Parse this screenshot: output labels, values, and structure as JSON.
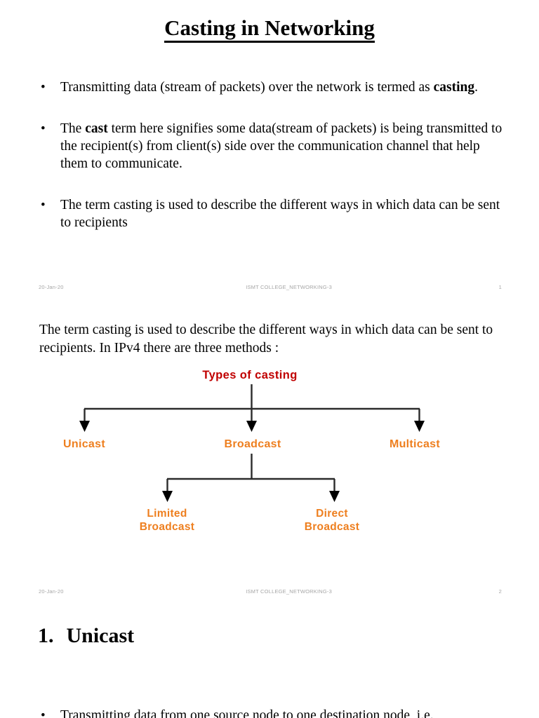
{
  "document": {
    "title": "Casting in Networking"
  },
  "slide1": {
    "title": "Casting in Networking",
    "bullet_marker": "•",
    "bullets": [
      {
        "id": "bullet-casting-definition",
        "parts": [
          {
            "text": "Transmitting data (stream of packets) over the network is termed as ",
            "bold": false
          },
          {
            "text": "casting",
            "bold": true
          },
          {
            "text": ".",
            "bold": false
          }
        ]
      },
      {
        "id": "bullet-cast-term",
        "parts": [
          {
            "text": "The ",
            "bold": false
          },
          {
            "text": "cast",
            "bold": true
          },
          {
            "text": " term here signifies some data(stream of packets) is being transmitted to the recipient(s) from client(s) side over the communication channel that help them to communicate.",
            "bold": false
          }
        ]
      },
      {
        "id": "bullet-casting-ways",
        "parts": [
          {
            "text": "The term casting is used to describe the different ways in which data can be sent to recipients",
            "bold": false
          }
        ]
      }
    ],
    "footer": {
      "date": "20-Jan-20",
      "center": "ISMT COLLEGE_NETWORKING-3",
      "page": "1"
    }
  },
  "slide2": {
    "paragraph": "The term casting is used to describe the different ways in which data can be sent to recipients. In IPv4 there are three methods :",
    "diagram": {
      "root": {
        "id": "types-of-casting",
        "label": "Types of casting",
        "color": "#c00000"
      },
      "level1": [
        {
          "id": "unicast",
          "label": "Unicast",
          "color": "#ee7f1f"
        },
        {
          "id": "broadcast",
          "label": "Broadcast",
          "color": "#ee7f1f"
        },
        {
          "id": "multicast",
          "label": "Multicast",
          "color": "#ee7f1f"
        }
      ],
      "level2": [
        {
          "id": "limited-broadcast",
          "label": "Limited\nBroadcast",
          "color": "#ee7f1f",
          "parent": "broadcast"
        },
        {
          "id": "direct-broadcast",
          "label": "Direct\nBroadcast",
          "color": "#ee7f1f",
          "parent": "broadcast"
        }
      ],
      "connector_color": "#2b2b2b"
    },
    "footer": {
      "date": "20-Jan-20",
      "center": "ISMT COLLEGE_NETWORKING-3",
      "page": "2"
    }
  },
  "slide3": {
    "heading_number": "1.",
    "heading_text": "Unicast",
    "bullet_marker": "•",
    "clipped_bullet": "Transmitting data from one source node to one destination node, i.e."
  }
}
